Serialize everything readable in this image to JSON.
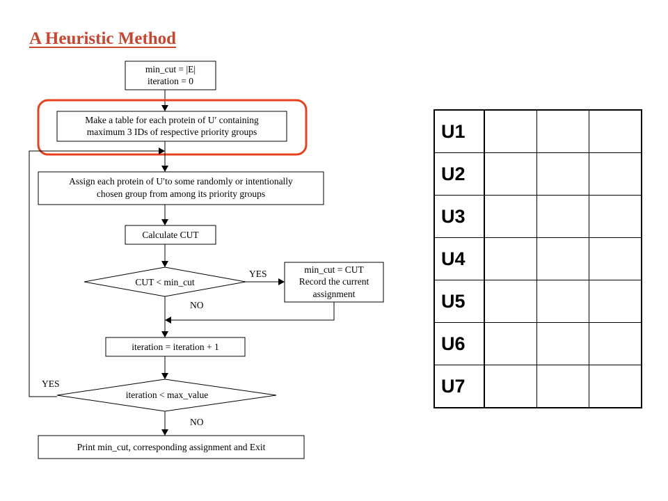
{
  "title": "A Heuristic Method",
  "flowchart": {
    "start_line1": "min_cut = |E|",
    "start_line2": "iteration = 0",
    "table_line1": "Make a table for each protein of U′ containing",
    "table_line2": "maximum 3 IDs of respective priority groups",
    "assign_line1": "Assign each protein of U′to some randomly or intentionally",
    "assign_line2": "chosen group from among its priority groups",
    "calc": "Calculate CUT",
    "decision1": "CUT < min_cut",
    "yes1": "YES",
    "no1": "NO",
    "record_line1": "min_cut = CUT",
    "record_line2": "Record the current",
    "record_line3": "assignment",
    "increment": "iteration = iteration + 1",
    "decision2": "iteration < max_value",
    "yes2": "YES",
    "no2": "NO",
    "exit": "Print min_cut, corresponding assignment and Exit"
  },
  "highlight_color": "#e8401c",
  "table": {
    "rows": [
      {
        "label": "U1",
        "cells": [
          "",
          "",
          ""
        ]
      },
      {
        "label": "U2",
        "cells": [
          "",
          "",
          ""
        ]
      },
      {
        "label": "U3",
        "cells": [
          "",
          "",
          ""
        ]
      },
      {
        "label": "U4",
        "cells": [
          "",
          "",
          ""
        ]
      },
      {
        "label": "U5",
        "cells": [
          "",
          "",
          ""
        ]
      },
      {
        "label": "U6",
        "cells": [
          "",
          "",
          ""
        ]
      },
      {
        "label": "U7",
        "cells": [
          "",
          "",
          ""
        ]
      }
    ]
  }
}
